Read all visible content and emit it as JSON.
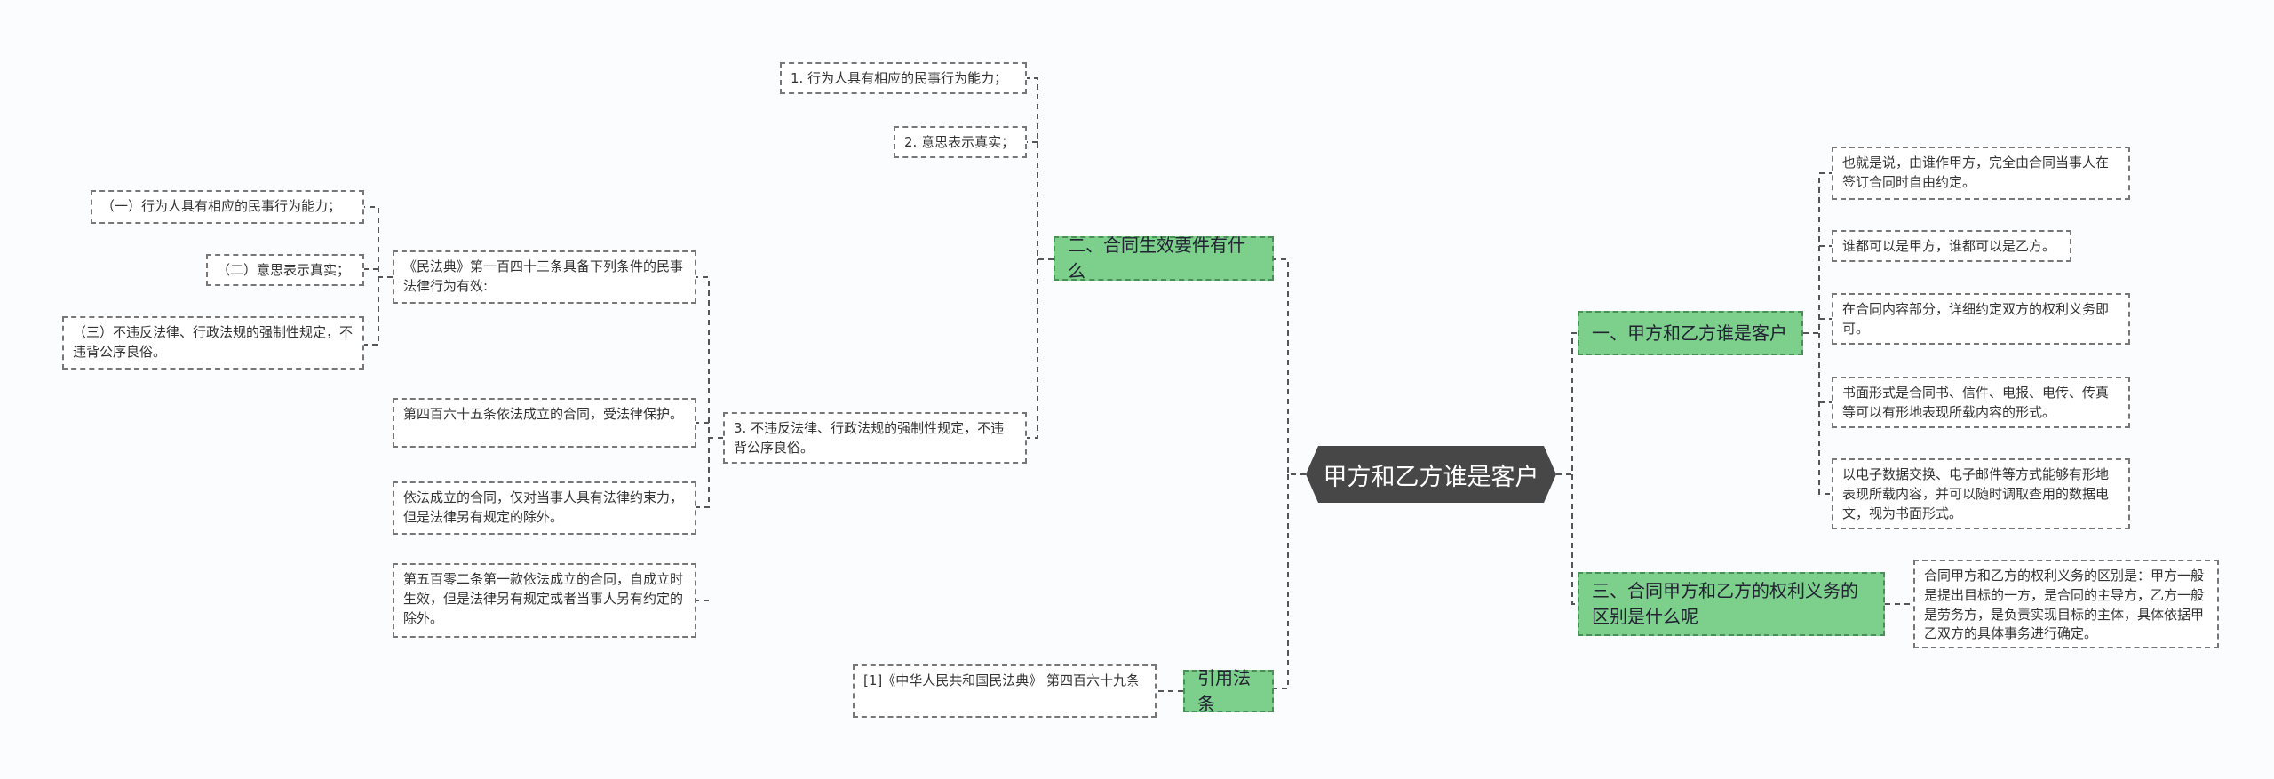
{
  "root": {
    "label": "甲方和乙方谁是客户"
  },
  "right": {
    "topic1": {
      "label": "一、甲方和乙方谁是客户",
      "items": [
        "也就是说，由谁作甲方，完全由合同当事人在签订合同时自由约定。",
        "谁都可以是甲方，谁都可以是乙方。",
        "在合同内容部分，详细约定双方的权利义务即可。",
        "书面形式是合同书、信件、电报、电传、传真等可以有形地表现所载内容的形式。",
        "以电子数据交换、电子邮件等方式能够有形地表现所载内容，并可以随时调取查用的数据电文，视为书面形式。"
      ]
    },
    "topic3": {
      "label": "三、合同甲方和乙方的权利义务的区别是什么呢",
      "items": [
        "合同甲方和乙方的权利义务的区别是：甲方一般是提出目标的一方，是合同的主导方，乙方一般是劳务方，是负责实现目标的主体，具体依据甲乙双方的具体事务进行确定。"
      ]
    }
  },
  "left": {
    "topic2": {
      "label": "二、合同生效要件有什么",
      "items": [
        "1. 行为人具有相应的民事行为能力；",
        "2. 意思表示真实；",
        "3. 不违反法律、行政法规的强制性规定，不违背公序良俗。"
      ],
      "sub": {
        "label": "《民法典》第一百四十三条具备下列条件的民事法律行为有效:",
        "items": [
          "（一）行为人具有相应的民事行为能力；",
          "（二）意思表示真实；",
          "（三）不违反法律、行政法规的强制性规定，不违背公序良俗。"
        ]
      },
      "siblings": [
        "第四百六十五条依法成立的合同，受法律保护。",
        "依法成立的合同，仅对当事人具有法律约束力，但是法律另有规定的除外。",
        "第五百零二条第一款依法成立的合同，自成立时生效，但是法律另有规定或者当事人另有约定的除外。"
      ]
    },
    "citation": {
      "label": "引用法条",
      "items": [
        "[1]《中华人民共和国民法典》 第四百六十九条"
      ]
    }
  },
  "colors": {
    "root_bg": "#474747",
    "topic_bg": "#7dcf8c",
    "leaf_bg": "#ffffff",
    "line": "#555555"
  }
}
